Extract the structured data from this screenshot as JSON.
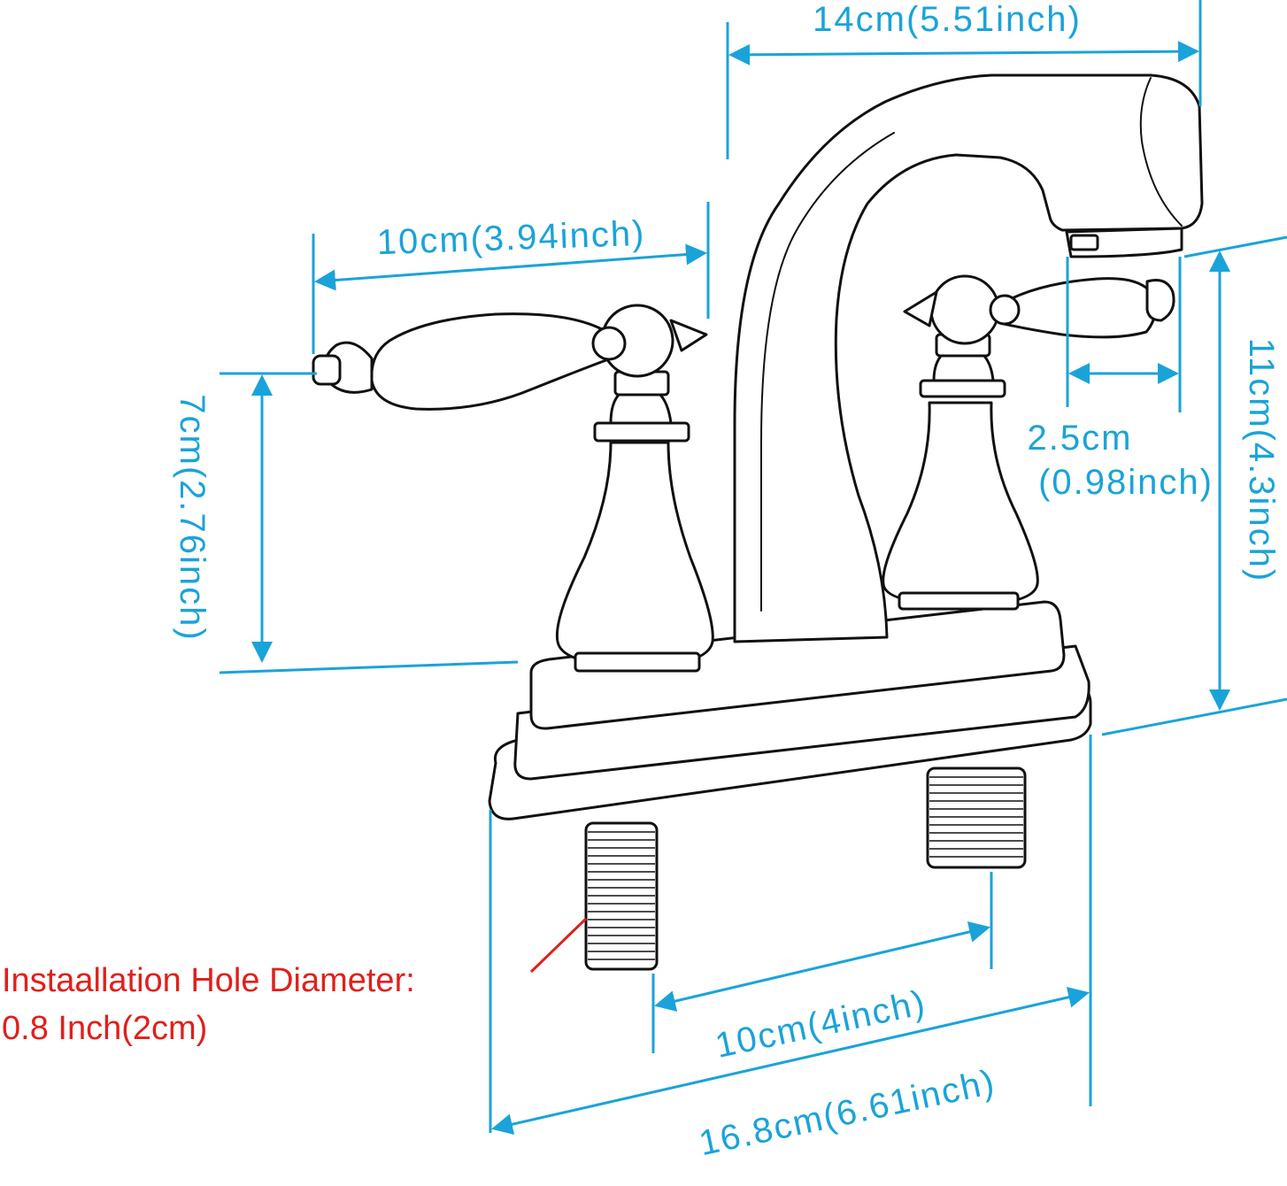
{
  "colors": {
    "dimension": "#1aa3d9",
    "note": "#e0201b",
    "outline": "#111111"
  },
  "dimensions": {
    "spout_reach": "14cm(5.51inch)",
    "handle_span": "10cm(3.94inch)",
    "handle_height": "7cm(2.76inch)",
    "spout_height": "11cm(4.3inch)",
    "aerator_offset_line1": "2.5cm",
    "aerator_offset_line2": "(0.98inch)",
    "center_spacing": "10cm(4inch)",
    "base_length": "16.8cm(6.61inch)"
  },
  "note": {
    "line1": "Instaallation Hole Diameter:",
    "line2": "0.8 Inch(2cm)"
  }
}
